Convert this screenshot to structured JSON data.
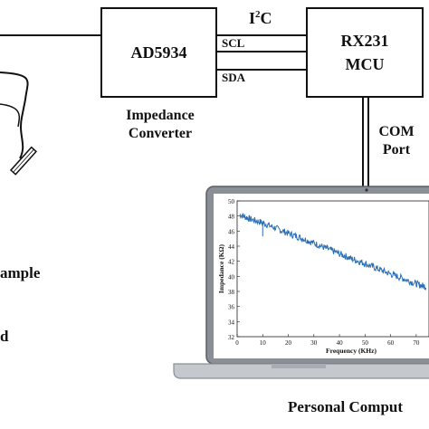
{
  "blocks": {
    "converter": {
      "name": "AD5934",
      "caption_line1": "Impedance",
      "caption_line2": "Converter"
    },
    "mcu": {
      "line1": "RX231",
      "line2": "MCU"
    }
  },
  "bus": {
    "name_prefix": "I",
    "name_sup": "2",
    "name_suffix": "C",
    "scl": "SCL",
    "sda": "SDA"
  },
  "com": {
    "line1": "COM",
    "line2": "Port"
  },
  "left_labels": {
    "sample": "ample",
    "partial": "d"
  },
  "computer_label": "Personal Comput",
  "chart_data": {
    "type": "line",
    "xlabel": "Frequency (KHz)",
    "ylabel": "Impedance (KΩ)",
    "xlim": [
      0,
      75
    ],
    "ylim": [
      32,
      50
    ],
    "x_ticks": [
      "0",
      "10",
      "20",
      "30",
      "40",
      "50",
      "60",
      "70"
    ],
    "y_ticks": [
      "32",
      "34",
      "36",
      "38",
      "40",
      "42",
      "44",
      "46",
      "48",
      "50"
    ],
    "series": [
      {
        "color": "#2a6fb5",
        "x": [
          1,
          5,
          10,
          15,
          20,
          25,
          30,
          35,
          40,
          45,
          50,
          55,
          60,
          65,
          70,
          74
        ],
        "y": [
          48.2,
          47.6,
          47.1,
          46.4,
          45.7,
          45.1,
          44.4,
          43.7,
          43.0,
          42.3,
          41.7,
          41.0,
          40.3,
          39.7,
          39.0,
          38.6
        ]
      }
    ],
    "line_color": "#2a6fb5"
  }
}
